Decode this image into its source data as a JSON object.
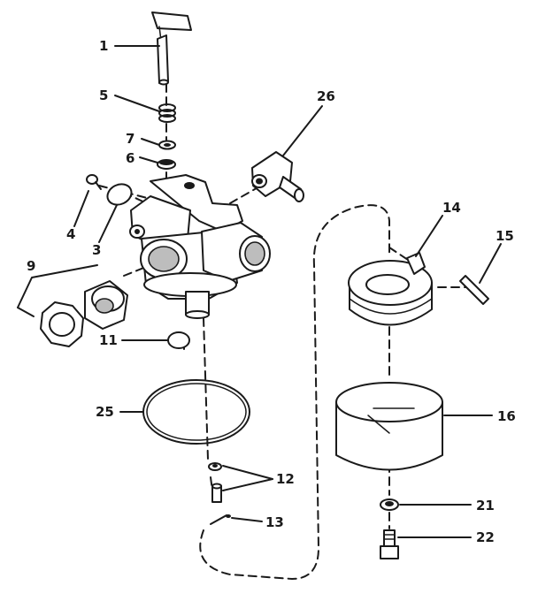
{
  "callouts": {
    "c1": "1",
    "c3": "3",
    "c4": "4",
    "c5": "5",
    "c6": "6",
    "c7": "7",
    "c9": "9",
    "c11": "11",
    "c12": "12",
    "c13": "13",
    "c14": "14",
    "c15": "15",
    "c16": "16",
    "c21": "21",
    "c22": "22",
    "c25": "25",
    "c26": "26"
  },
  "colors": {
    "ink": "#1a1a1a",
    "paper": "#ffffff"
  }
}
